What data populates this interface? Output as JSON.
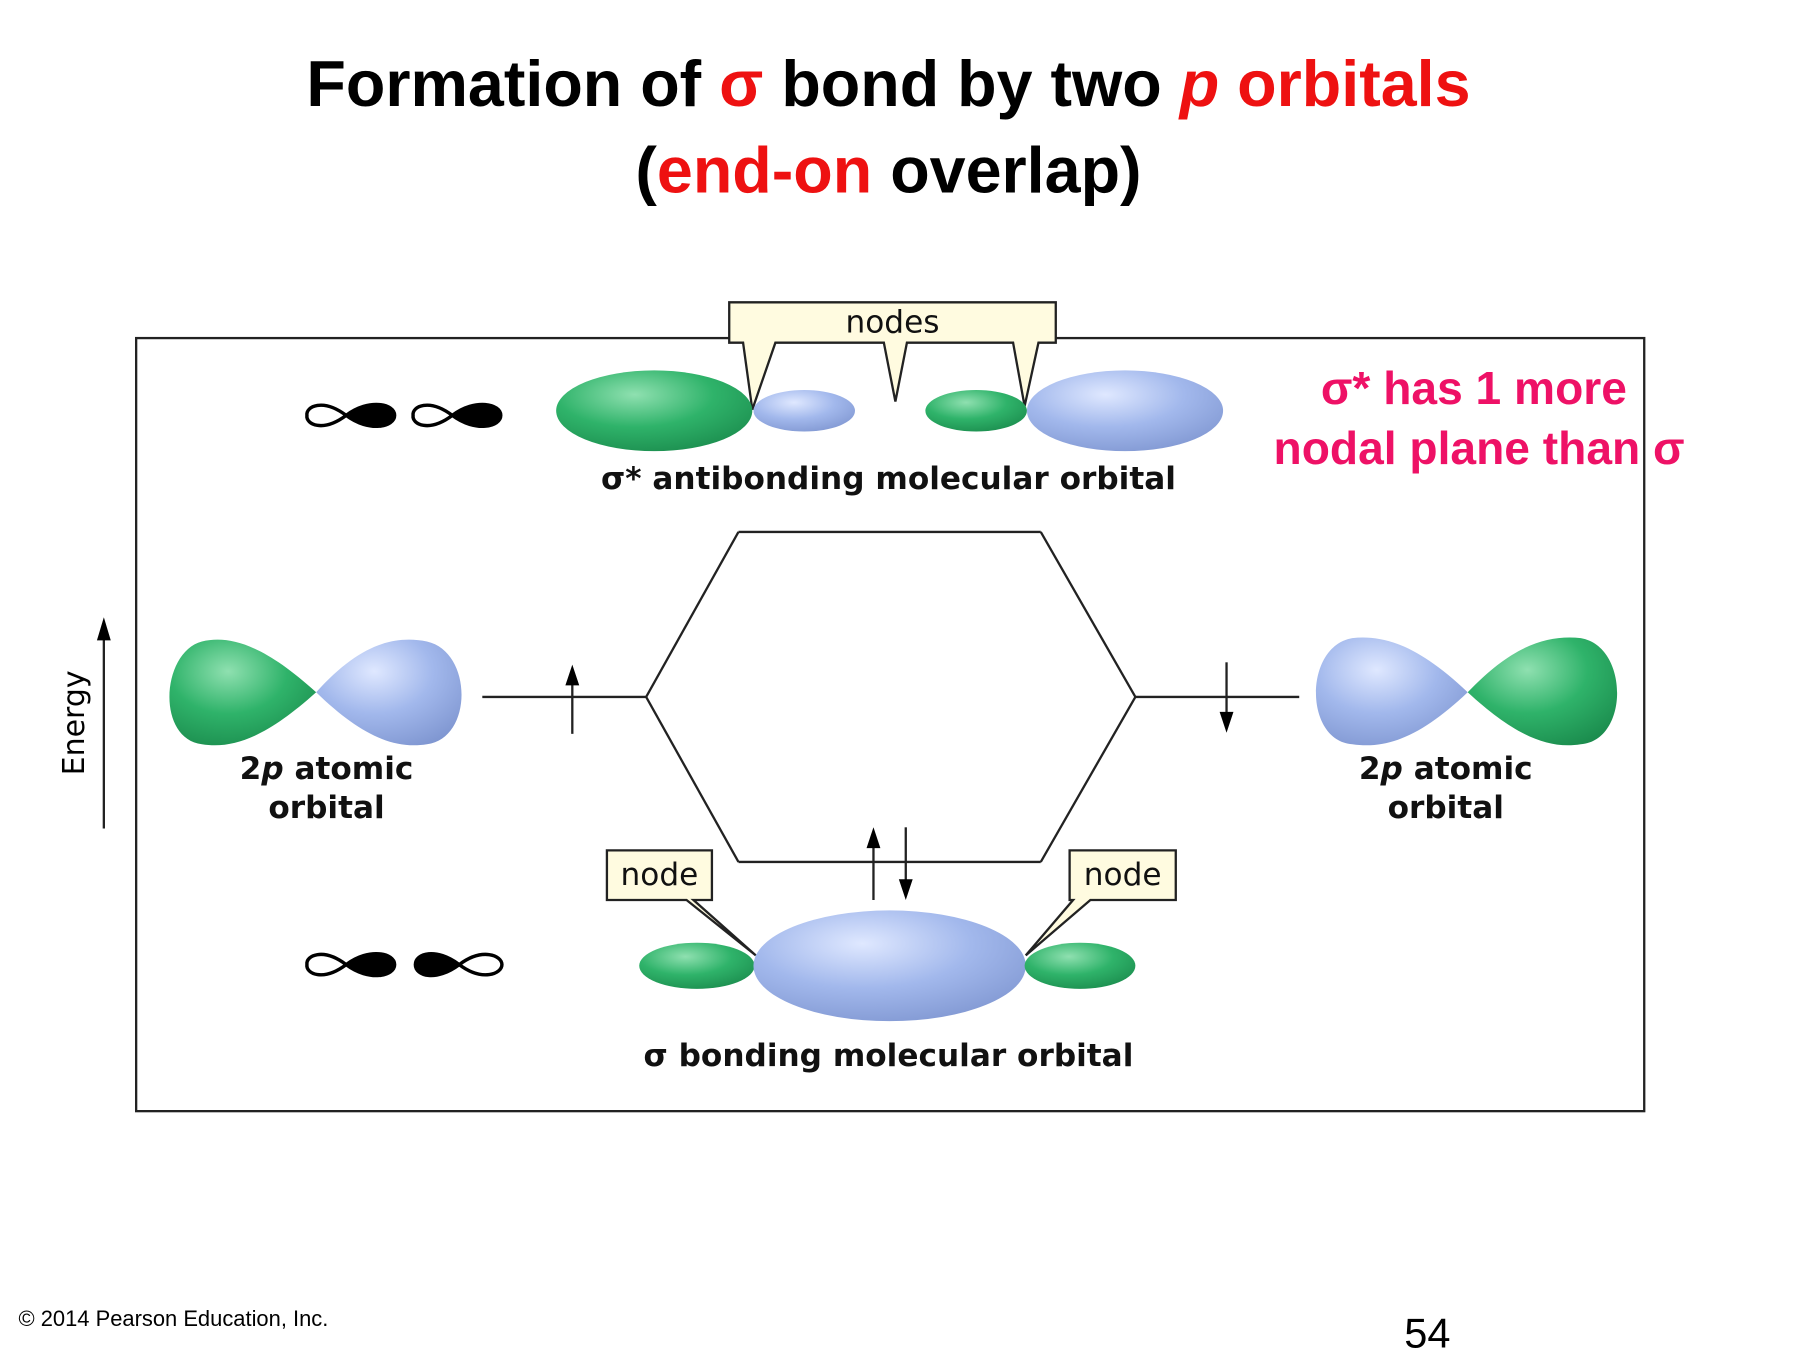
{
  "title": {
    "line1_a": "Formation of ",
    "sigma": "σ",
    "line1_b": " bond by two ",
    "p": "p",
    "line1_c": " orbitals",
    "line2_open": "(",
    "line2_red": "end-on",
    "line2_rest": " overlap)"
  },
  "diagram": {
    "nodes_label": "nodes",
    "antibonding_label": "σ* antibonding molecular orbital",
    "bonding_label": "σ bonding molecular orbital",
    "node_left": "node",
    "node_right": "node",
    "energy_label": "Energy",
    "atomic_left": {
      "a": "2",
      "p": "p",
      "b": " atomic",
      "c": "orbital"
    },
    "atomic_right": {
      "a": "2",
      "p": "p",
      "b": " atomic",
      "c": "orbital"
    }
  },
  "note": {
    "line1": "σ* has 1 more",
    "line2": "nodal plane than σ"
  },
  "footer": {
    "copyright": "© 2014 Pearson Education, Inc.",
    "page": "54"
  },
  "colors": {
    "green": "#2fb36a",
    "blue": "#9fb4e8",
    "red": "#ee1111",
    "pink": "#ee1166"
  }
}
